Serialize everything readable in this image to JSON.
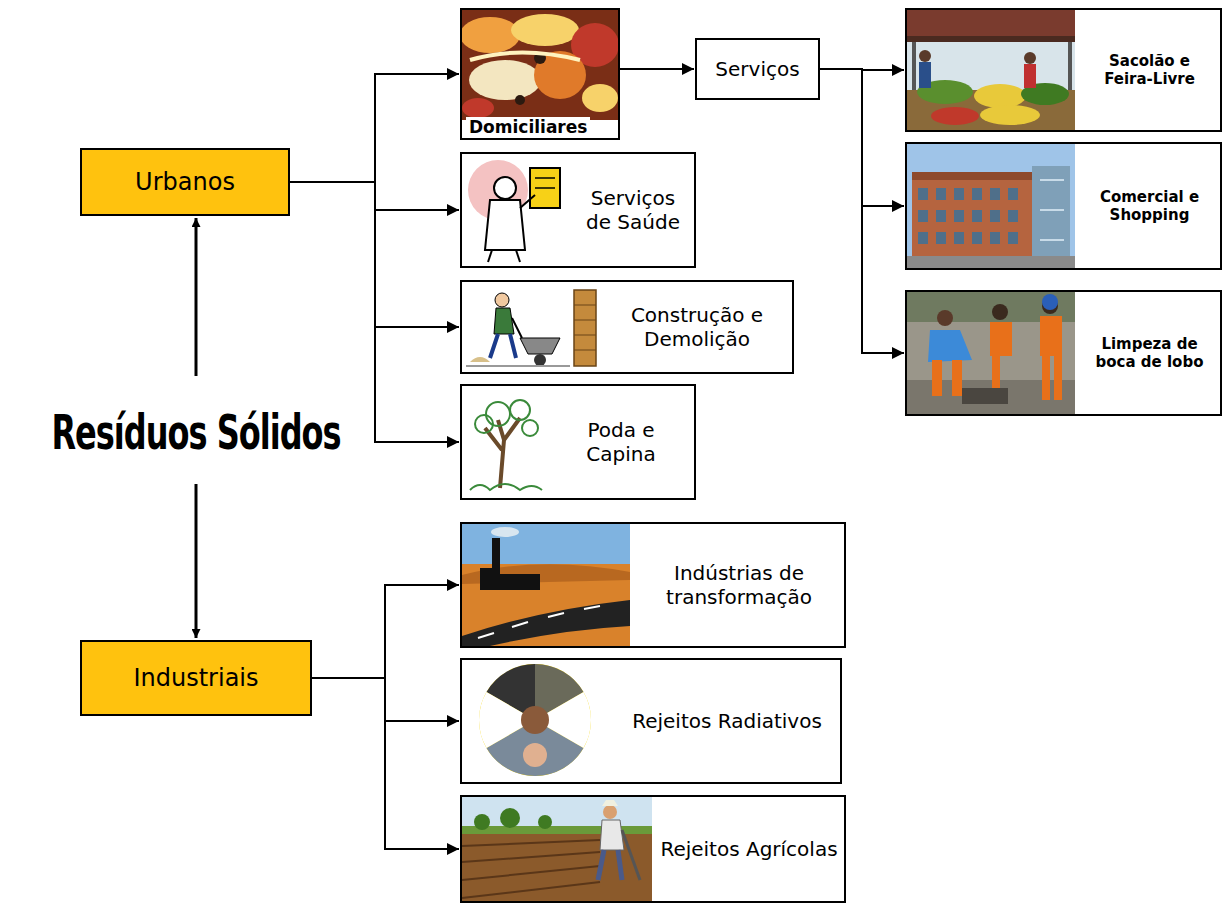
{
  "diagram": {
    "title": "Resíduos Sólidos",
    "nodes": [
      {
        "text": [
          "Urbanos"
        ]
      },
      {
        "text": [
          "Domiciliares"
        ]
      },
      {
        "text": [
          "Serviços"
        ]
      },
      {
        "text": [
          "Sacolão e Feira-Livre"
        ]
      },
      {
        "text": [
          "Comercial e Shopping"
        ]
      },
      {
        "text": [
          "Limpeza de boca de lobo"
        ]
      },
      {
        "text": [
          "Serviços de Saúde"
        ]
      },
      {
        "text": [
          "Construção e Demolição"
        ]
      },
      {
        "text": [
          "Poda e Capina"
        ]
      },
      {
        "text": [
          "Industriais"
        ]
      },
      {
        "text": [
          "Indústrias de transformação"
        ]
      },
      {
        "text": [
          "Rejeitos Radiativos"
        ]
      },
      {
        "text": [
          "Rejeitos Agrícolas"
        ]
      }
    ],
    "edges": [
      {
        "from": 0,
        "to": 1,
        "arrow": "to"
      },
      {
        "from": 0,
        "to": 6,
        "arrow": "to"
      },
      {
        "from": 0,
        "to": 7,
        "arrow": "to"
      },
      {
        "from": 0,
        "to": 8,
        "arrow": "to"
      },
      {
        "from": 1,
        "to": 2,
        "arrow": "to"
      },
      {
        "from": 2,
        "to": 3,
        "arrow": "to"
      },
      {
        "from": 2,
        "to": 4,
        "arrow": "to"
      },
      {
        "from": 2,
        "to": 5,
        "arrow": "to"
      },
      {
        "from": 9,
        "to": 10,
        "arrow": "to"
      },
      {
        "from": 9,
        "to": 11,
        "arrow": "to"
      },
      {
        "from": 9,
        "to": 12,
        "arrow": "to"
      }
    ]
  }
}
